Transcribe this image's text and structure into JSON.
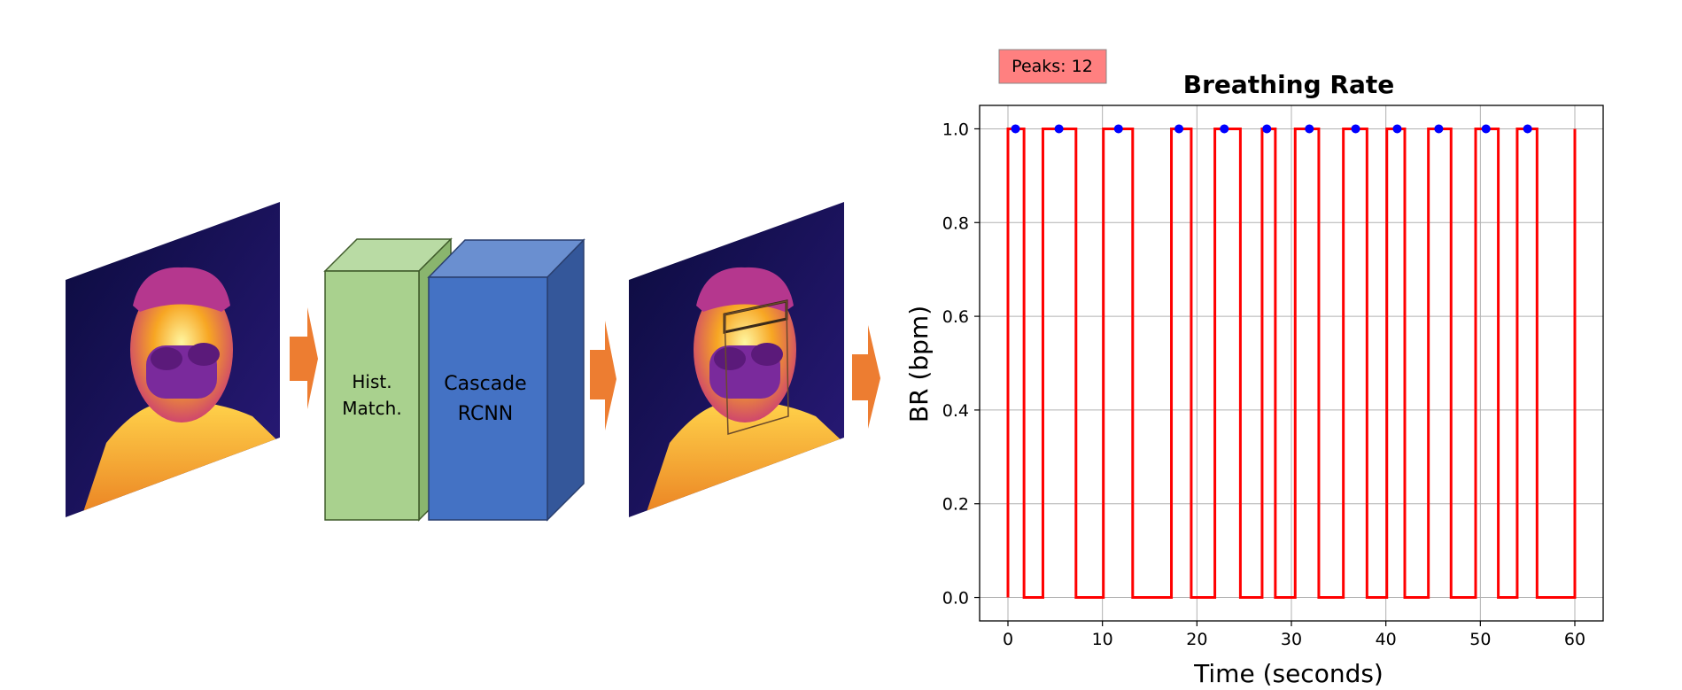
{
  "pipeline": {
    "hist_block_label": [
      "Hist.",
      "Match."
    ],
    "cascade_block_label": [
      "Cascade",
      "RCNN"
    ]
  },
  "colors": {
    "arrow": "#ED7D31",
    "hist_block": "#A9D18E",
    "cascade_block": "#4472C4",
    "signal": "#FF0000",
    "peaks": "#0000FF",
    "peaks_badge": "#FF8080"
  },
  "chart_data": {
    "type": "line",
    "title": "Breathing Rate",
    "xlabel": "Time (seconds)",
    "ylabel": "BR (bpm)",
    "xlim": [
      -3,
      63
    ],
    "ylim": [
      -0.05,
      1.05
    ],
    "xticks": [
      0,
      10,
      20,
      30,
      40,
      50,
      60
    ],
    "yticks": [
      0.0,
      0.2,
      0.4,
      0.6,
      0.8,
      1.0
    ],
    "ytick_labels": [
      "0.0",
      "0.2",
      "0.4",
      "0.6",
      "0.8",
      "1.0"
    ],
    "grid": true,
    "annotation": "Peaks: 12",
    "series": [
      {
        "style": "step",
        "pulses": [
          [
            0,
            1.7
          ],
          [
            3.7,
            7.2
          ],
          [
            10.1,
            13.2
          ],
          [
            17.3,
            19.4
          ],
          [
            21.9,
            24.6
          ],
          [
            26.9,
            28.3
          ],
          [
            30.4,
            32.9
          ],
          [
            35.5,
            38.0
          ],
          [
            40.1,
            42.0
          ],
          [
            44.5,
            46.9
          ],
          [
            49.5,
            51.9
          ],
          [
            53.9,
            56.0
          ],
          [
            60.0,
            60.0
          ]
        ],
        "x_range": [
          0,
          60
        ]
      },
      {
        "style": "markers",
        "x": [
          0.8,
          5.4,
          11.7,
          18.1,
          22.9,
          27.4,
          31.9,
          36.8,
          41.2,
          45.6,
          50.6,
          55.0
        ],
        "y": [
          1,
          1,
          1,
          1,
          1,
          1,
          1,
          1,
          1,
          1,
          1,
          1
        ]
      }
    ]
  }
}
